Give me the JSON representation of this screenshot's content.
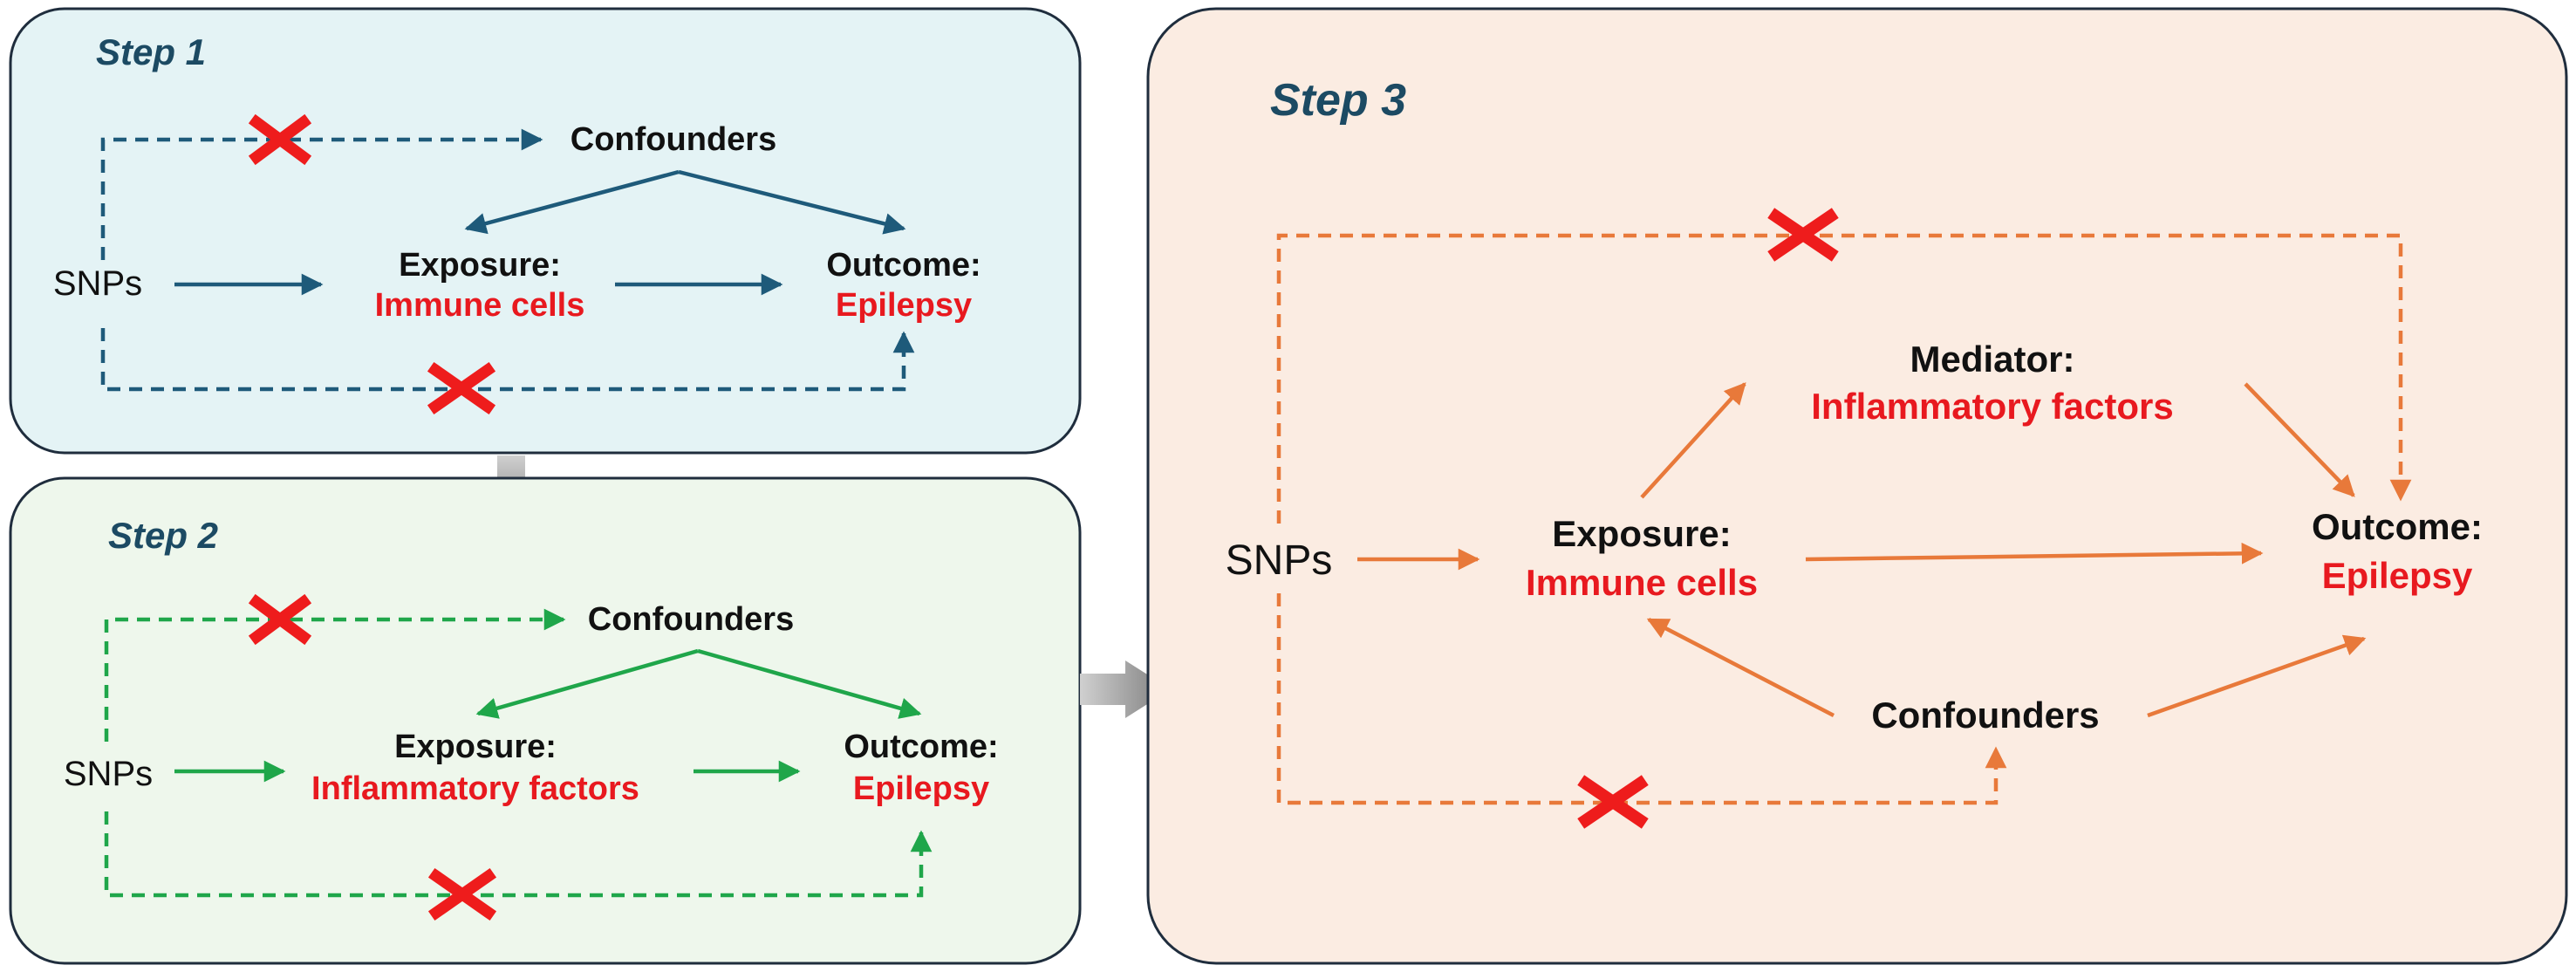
{
  "colors": {
    "step1_bg": "#e4f3f5",
    "step2_bg": "#eef7ec",
    "step3_bg": "#fbece2",
    "step1_line": "#1e5a7a",
    "step2_line": "#1fa64a",
    "step3_line": "#e8793a",
    "title_color": "#1c4a63",
    "highlight": "#e8191f",
    "cross": "#ee1c1c",
    "connector": "#8f8f8f"
  },
  "step1": {
    "title": "Step 1",
    "snps": "SNPs",
    "confounders": "Confounders",
    "exposure_label": "Exposure:",
    "exposure_value": "Immune cells",
    "outcome_label": "Outcome:",
    "outcome_value": "Epilepsy"
  },
  "step2": {
    "title": "Step 2",
    "snps": "SNPs",
    "confounders": "Confounders",
    "exposure_label": "Exposure:",
    "exposure_value": "Inflammatory factors",
    "outcome_label": "Outcome:",
    "outcome_value": "Epilepsy"
  },
  "step3": {
    "title": "Step 3",
    "snps": "SNPs",
    "mediator_label": "Mediator:",
    "mediator_value": "Inflammatory factors",
    "exposure_label": "Exposure:",
    "exposure_value": "Immune cells",
    "outcome_label": "Outcome:",
    "outcome_value": "Epilepsy",
    "confounders": "Confounders"
  }
}
